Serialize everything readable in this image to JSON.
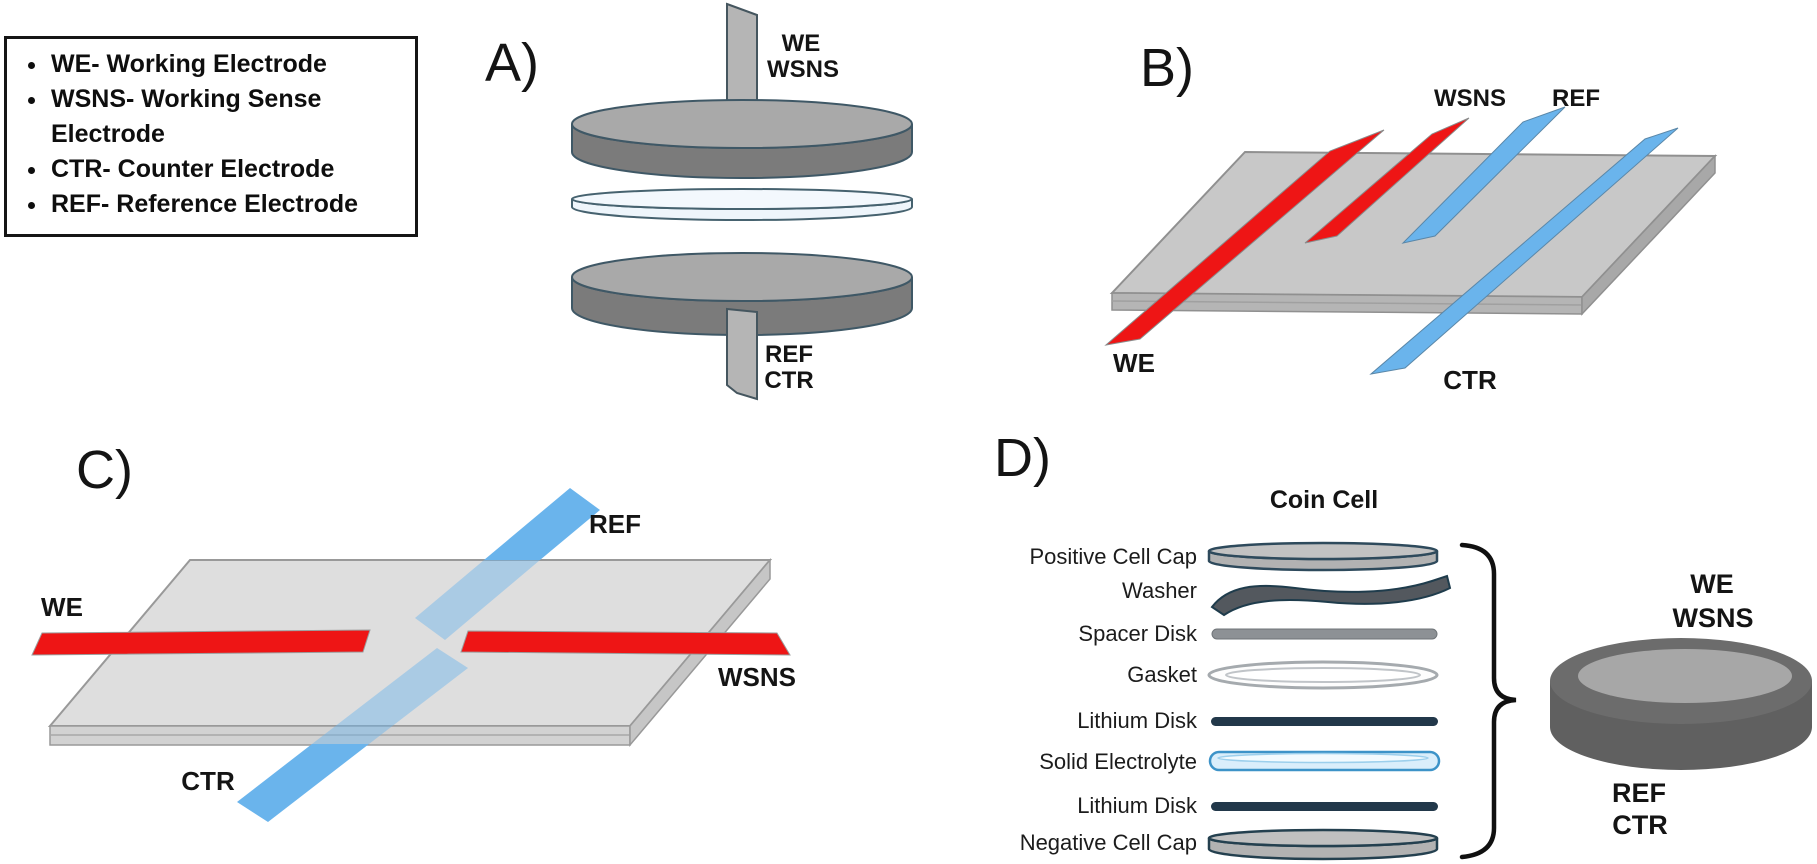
{
  "legend": {
    "items": [
      "WE- Working Electrode",
      "WSNS- Working Sense Electrode",
      "CTR- Counter Electrode",
      "REF- Reference Electrode"
    ]
  },
  "panel_a": {
    "label": "A)",
    "top_terminal": [
      "WE",
      "WSNS"
    ],
    "bottom_terminal": [
      "REF",
      "CTR"
    ]
  },
  "panel_b": {
    "label": "B)",
    "we": "WE",
    "wsns": "WSNS",
    "ref": "REF",
    "ctr": "CTR"
  },
  "panel_c": {
    "label": "C)",
    "we": "WE",
    "wsns": "WSNS",
    "ref": "REF",
    "ctr": "CTR"
  },
  "panel_d": {
    "label": "D)",
    "title": "Coin Cell",
    "stack_labels": [
      "Positive Cell Cap",
      "Washer",
      "Spacer Disk",
      "Gasket",
      "Lithium Disk",
      "Solid Electrolyte",
      "Lithium Disk",
      "Negative Cell Cap"
    ],
    "assembled_top": [
      "WE",
      "WSNS"
    ],
    "assembled_bottom": [
      "REF",
      "CTR"
    ]
  },
  "colors": {
    "electrode_red": "#ee1515",
    "electrode_blue": "#6ab4ec",
    "electrolyte_fill": "#daeefb",
    "electrolyte_light": "#eef5fb",
    "electrolyte_stroke": "#3d93c8",
    "lithium_navy": "#22384a",
    "plate_gray": "#c8c8c8",
    "disk_gray": "#a9a9a9"
  }
}
